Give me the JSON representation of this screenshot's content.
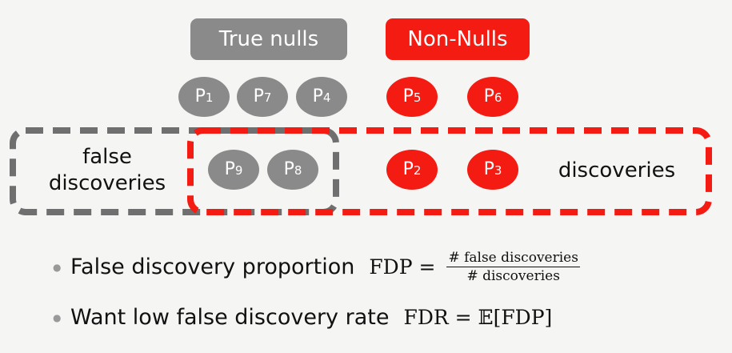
{
  "headers": {
    "true_nulls": "True nulls",
    "non_nulls": "Non-Nulls"
  },
  "p_values": {
    "p1": {
      "base": "P",
      "sub": "1"
    },
    "p7": {
      "base": "P",
      "sub": "7"
    },
    "p4": {
      "base": "P",
      "sub": "4"
    },
    "p5": {
      "base": "P",
      "sub": "5"
    },
    "p6": {
      "base": "P",
      "sub": "6"
    },
    "p9": {
      "base": "P",
      "sub": "9"
    },
    "p8": {
      "base": "P",
      "sub": "8"
    },
    "p2": {
      "base": "P",
      "sub": "2"
    },
    "p3": {
      "base": "P",
      "sub": "3"
    }
  },
  "labels": {
    "false_discoveries_line1": "false",
    "false_discoveries_line2": "discoveries",
    "discoveries": "discoveries"
  },
  "bullets": {
    "fdp_text": "False discovery proportion",
    "fdp_lhs": "FDP =",
    "fdp_numerator": "# false discoveries",
    "fdp_denominator": "# discoveries",
    "fdr_text": "Want low false discovery rate",
    "fdr_formula": "FDR = 𝔼[FDP]"
  },
  "colors": {
    "null_gray": "#8a8a8a",
    "non_null_red": "#f31b12",
    "dash_gray": "#6f6f6f",
    "dash_red": "#f31b12"
  }
}
